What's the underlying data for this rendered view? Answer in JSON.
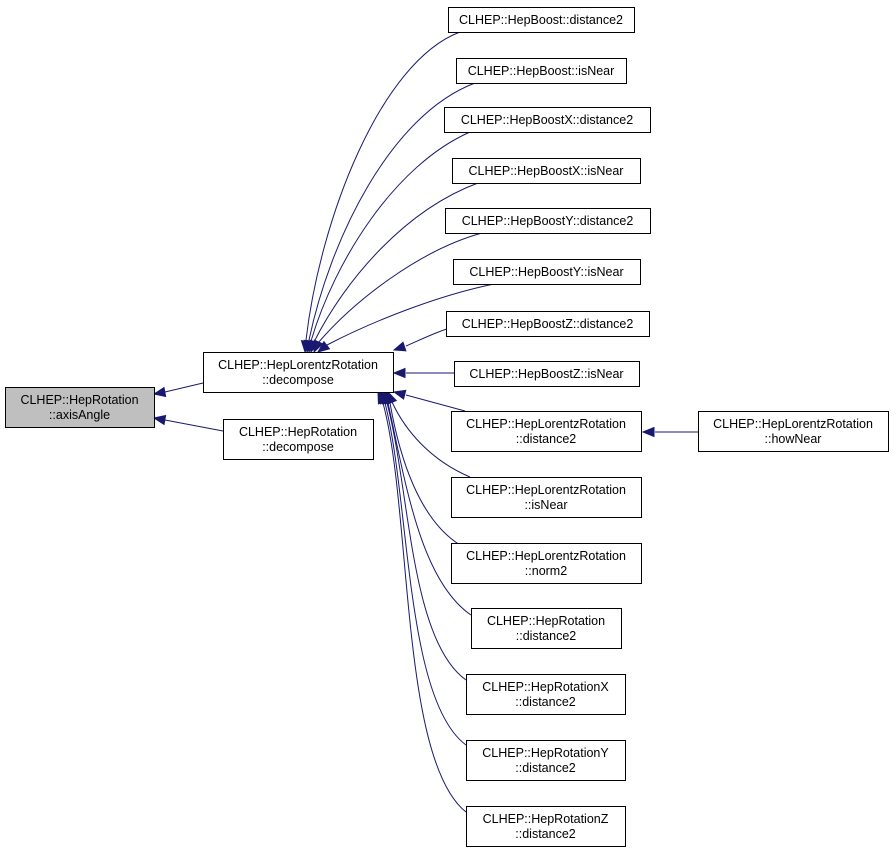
{
  "colors": {
    "edge": "#191970",
    "current_node_fill": "#bfbfbf",
    "node_fill": "#ffffff",
    "node_border": "#000000"
  },
  "nodes": [
    {
      "id": "n0",
      "lines": [
        "CLHEP::HepRotation",
        "::axisAngle"
      ]
    },
    {
      "id": "n1",
      "lines": [
        "CLHEP::HepLorentzRotation",
        "::decompose"
      ]
    },
    {
      "id": "n2",
      "lines": [
        "CLHEP::HepRotation",
        "::decompose"
      ]
    },
    {
      "id": "n3",
      "lines": [
        "CLHEP::HepBoost::distance2"
      ]
    },
    {
      "id": "n4",
      "lines": [
        "CLHEP::HepBoost::isNear"
      ]
    },
    {
      "id": "n5",
      "lines": [
        "CLHEP::HepBoostX::distance2"
      ]
    },
    {
      "id": "n6",
      "lines": [
        "CLHEP::HepBoostX::isNear"
      ]
    },
    {
      "id": "n7",
      "lines": [
        "CLHEP::HepBoostY::distance2"
      ]
    },
    {
      "id": "n8",
      "lines": [
        "CLHEP::HepBoostY::isNear"
      ]
    },
    {
      "id": "n9",
      "lines": [
        "CLHEP::HepBoostZ::distance2"
      ]
    },
    {
      "id": "n10",
      "lines": [
        "CLHEP::HepBoostZ::isNear"
      ]
    },
    {
      "id": "n11",
      "lines": [
        "CLHEP::HepLorentzRotation",
        "::distance2"
      ]
    },
    {
      "id": "n12",
      "lines": [
        "CLHEP::HepLorentzRotation",
        "::isNear"
      ]
    },
    {
      "id": "n13",
      "lines": [
        "CLHEP::HepLorentzRotation",
        "::norm2"
      ]
    },
    {
      "id": "n14",
      "lines": [
        "CLHEP::HepRotation",
        "::distance2"
      ]
    },
    {
      "id": "n15",
      "lines": [
        "CLHEP::HepRotationX",
        "::distance2"
      ]
    },
    {
      "id": "n16",
      "lines": [
        "CLHEP::HepRotationY",
        "::distance2"
      ]
    },
    {
      "id": "n17",
      "lines": [
        "CLHEP::HepRotationZ",
        "::distance2"
      ]
    },
    {
      "id": "n18",
      "lines": [
        "CLHEP::HepLorentzRotation",
        "::howNear"
      ]
    }
  ],
  "edges": [
    {
      "from": "n1",
      "to": "n0"
    },
    {
      "from": "n2",
      "to": "n0"
    },
    {
      "from": "n3",
      "to": "n1"
    },
    {
      "from": "n4",
      "to": "n1"
    },
    {
      "from": "n5",
      "to": "n1"
    },
    {
      "from": "n6",
      "to": "n1"
    },
    {
      "from": "n7",
      "to": "n1"
    },
    {
      "from": "n8",
      "to": "n1"
    },
    {
      "from": "n9",
      "to": "n1"
    },
    {
      "from": "n10",
      "to": "n1"
    },
    {
      "from": "n11",
      "to": "n1"
    },
    {
      "from": "n12",
      "to": "n1"
    },
    {
      "from": "n13",
      "to": "n1"
    },
    {
      "from": "n14",
      "to": "n1"
    },
    {
      "from": "n15",
      "to": "n1"
    },
    {
      "from": "n16",
      "to": "n1"
    },
    {
      "from": "n17",
      "to": "n1"
    },
    {
      "from": "n18",
      "to": "n11"
    }
  ]
}
